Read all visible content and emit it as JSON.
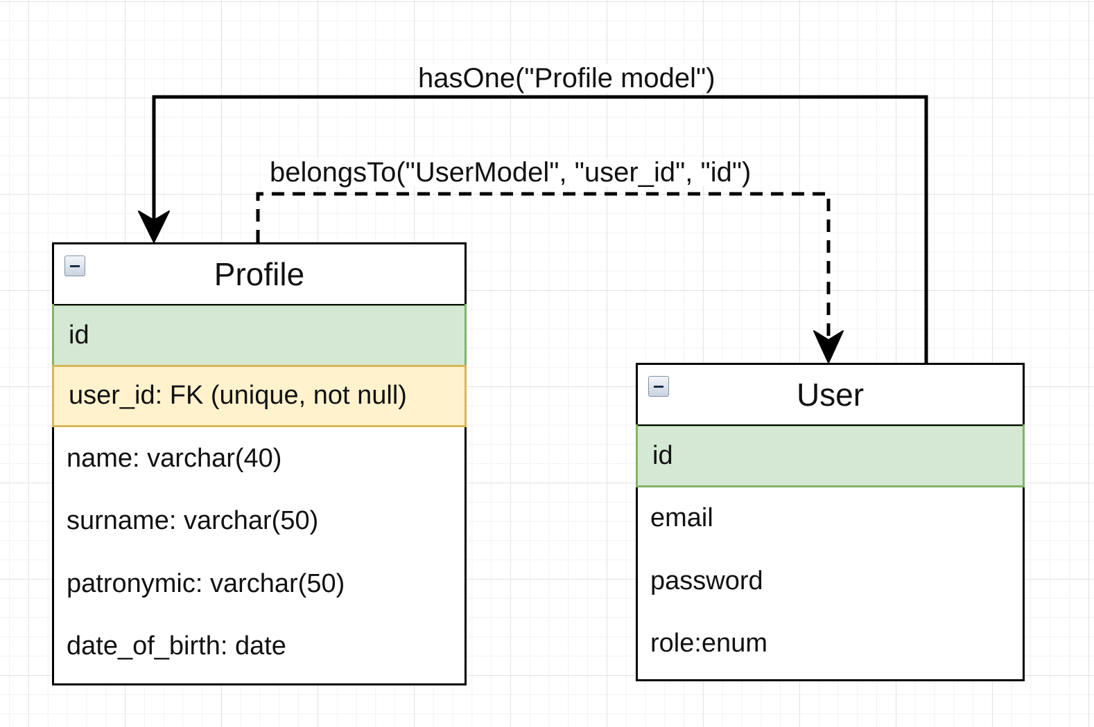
{
  "edges": {
    "has_one": {
      "label": "hasOne(\"Profile model\")",
      "from": "User",
      "to": "Profile",
      "style": "solid"
    },
    "belongs_to": {
      "label": "belongsTo(\"UserModel\", \"user_id\", \"id\")",
      "from": "Profile",
      "to": "User",
      "style": "dashed"
    }
  },
  "profile": {
    "title": "Profile",
    "collapse_icon": "minus-box-icon",
    "fields": [
      {
        "label": "id",
        "kind": "pk"
      },
      {
        "label": "user_id: FK (unique, not null)",
        "kind": "fk"
      },
      {
        "label": "name: varchar(40)",
        "kind": "normal"
      },
      {
        "label": "surname: varchar(50)",
        "kind": "normal"
      },
      {
        "label": "patronymic: varchar(50)",
        "kind": "normal"
      },
      {
        "label": "date_of_birth: date",
        "kind": "normal"
      }
    ]
  },
  "user": {
    "title": "User",
    "collapse_icon": "minus-box-icon",
    "fields": [
      {
        "label": "id",
        "kind": "pk"
      },
      {
        "label": "email",
        "kind": "normal"
      },
      {
        "label": "password",
        "kind": "normal"
      },
      {
        "label": "role:enum",
        "kind": "normal"
      }
    ]
  },
  "colors": {
    "pk_fill": "#d5e8d4",
    "pk_stroke": "#82b366",
    "fk_fill": "#fff2cc",
    "fk_stroke": "#d6b656",
    "line": "#000000"
  }
}
